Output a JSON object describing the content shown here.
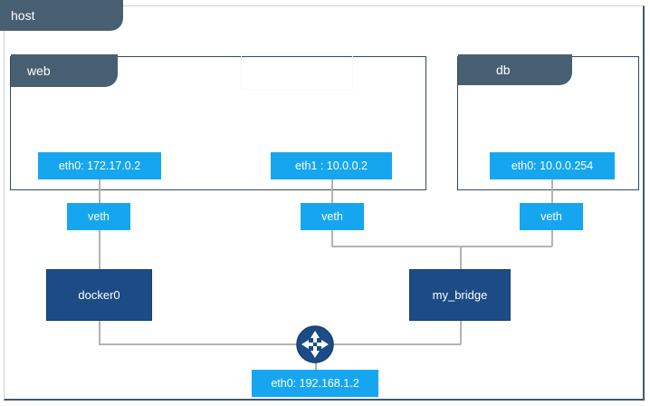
{
  "diagram": {
    "title": "host",
    "host": {
      "label": "host"
    },
    "containers": [
      {
        "name": "web",
        "label": "web",
        "interfaces": [
          {
            "id": "web-eth0",
            "label": "eth0: 172.17.0.2"
          },
          {
            "id": "web-eth1",
            "label": "eth1 : 10.0.0.2"
          }
        ]
      },
      {
        "name": "db",
        "label": "db",
        "interfaces": [
          {
            "id": "db-eth0",
            "label": "eth0: 10.0.0.254"
          }
        ]
      }
    ],
    "veths": [
      {
        "id": "veth-left",
        "label": "veth"
      },
      {
        "id": "veth-middle",
        "label": "veth"
      },
      {
        "id": "veth-right",
        "label": "veth"
      }
    ],
    "bridges": [
      {
        "id": "docker0",
        "label": "docker0"
      },
      {
        "id": "my_bridge",
        "label": "my_bridge"
      }
    ],
    "router": {
      "icon": "router-icon",
      "label": ""
    },
    "host_interface": {
      "id": "host-eth0",
      "label": "eth0: 192.168.1.2"
    },
    "colors": {
      "tab": "#485f71",
      "container_border": "#2f4a5e",
      "interface": "#16a6f0",
      "bridge": "#1c4b86",
      "line": "#b3b3b3",
      "host_border": "#3f5a6d",
      "background": "#ffffff"
    }
  }
}
